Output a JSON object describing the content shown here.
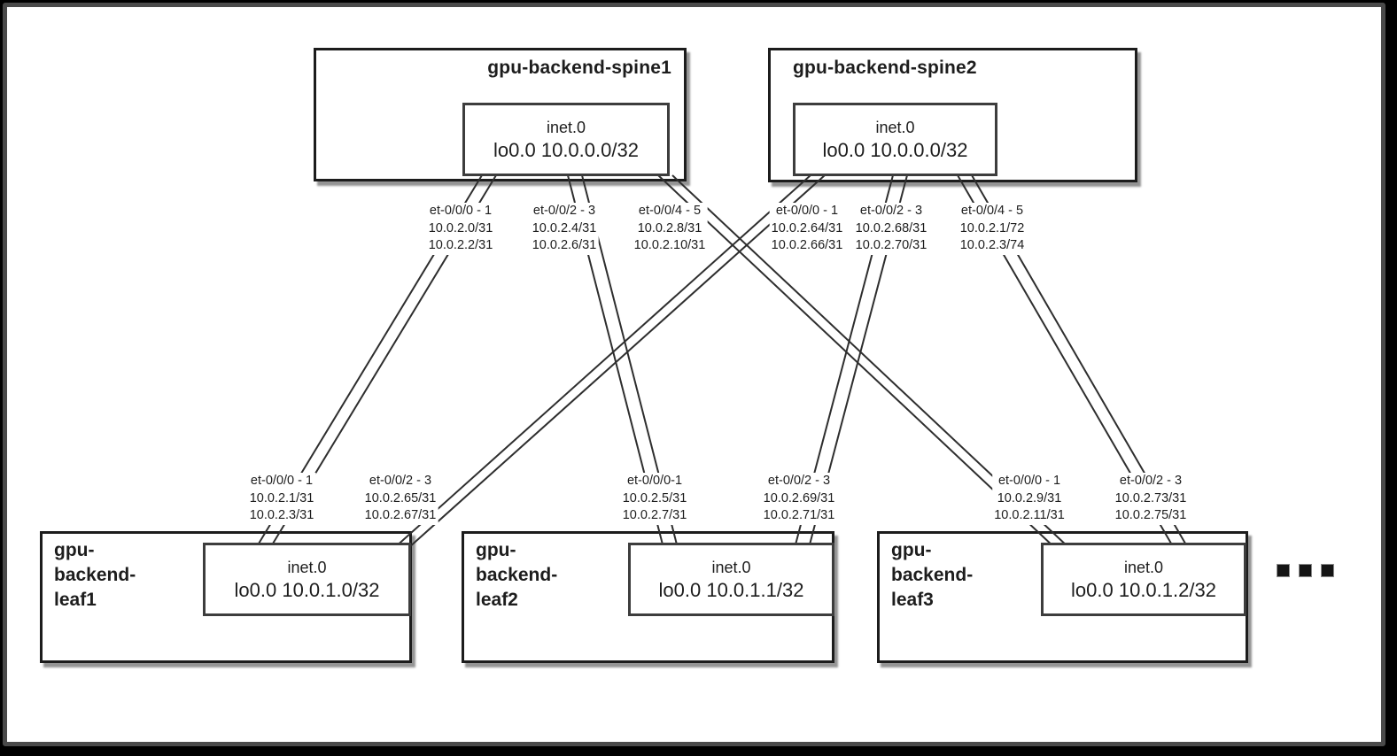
{
  "figure": {
    "type": "network-topology-diagram",
    "more_leaves_icon": "ellipsis-squares",
    "ink_color": "#1c1c1c",
    "inner_border_color": "#3d3d3d"
  },
  "spines": [
    {
      "title": "gpu-backend-spine1",
      "route_table": {
        "name": "inet.0",
        "loopback": "lo0.0 10.0.0.0/32"
      },
      "ports": [
        {
          "name": "et-0/0/0 - 1",
          "ip1": "10.0.2.0/31",
          "ip2": "10.0.2.2/31"
        },
        {
          "name": "et-0/0/2 - 3",
          "ip1": "10.0.2.4/31",
          "ip2": "10.0.2.6/31"
        },
        {
          "name": "et-0/0/4 - 5",
          "ip1": "10.0.2.8/31",
          "ip2": "10.0.2.10/31"
        }
      ]
    },
    {
      "title": "gpu-backend-spine2",
      "route_table": {
        "name": "inet.0",
        "loopback": "lo0.0 10.0.0.0/32"
      },
      "ports": [
        {
          "name": "et-0/0/0 - 1",
          "ip1": "10.0.2.64/31",
          "ip2": "10.0.2.66/31"
        },
        {
          "name": "et-0/0/2 - 3",
          "ip1": "10.0.2.68/31",
          "ip2": "10.0.2.70/31"
        },
        {
          "name": "et-0/0/4 - 5",
          "ip1": "10.0.2.1/72",
          "ip2": "10.0.2.3/74"
        }
      ]
    }
  ],
  "leaves": [
    {
      "title_lines": [
        "gpu-",
        "backend-",
        "leaf1"
      ],
      "route_table": {
        "name": "inet.0",
        "loopback": "lo0.0 10.0.1.0/32"
      },
      "ports": [
        {
          "name": "et-0/0/0 - 1",
          "ip1": "10.0.2.1/31",
          "ip2": "10.0.2.3/31"
        },
        {
          "name": "et-0/0/2 - 3",
          "ip1": "10.0.2.65/31",
          "ip2": "10.0.2.67/31"
        }
      ]
    },
    {
      "title_lines": [
        "gpu-",
        "backend-",
        "leaf2"
      ],
      "route_table": {
        "name": "inet.0",
        "loopback": "lo0.0 10.0.1.1/32"
      },
      "ports": [
        {
          "name": "et-0/0/0-1",
          "ip1": "10.0.2.5/31",
          "ip2": "10.0.2.7/31"
        },
        {
          "name": "et-0/0/2 - 3",
          "ip1": "10.0.2.69/31",
          "ip2": "10.0.2.71/31"
        }
      ]
    },
    {
      "title_lines": [
        "gpu-",
        "backend-",
        "leaf3"
      ],
      "route_table": {
        "name": "inet.0",
        "loopback": "lo0.0 10.0.1.2/32"
      },
      "ports": [
        {
          "name": "et-0/0/0 - 1",
          "ip1": "10.0.2.9/31",
          "ip2": "10.0.2.11/31"
        },
        {
          "name": "et-0/0/2 - 3",
          "ip1": "10.0.2.73/31",
          "ip2": "10.0.2.75/31"
        }
      ]
    }
  ],
  "links": [
    {
      "from": "gpu-backend-spine1 et-0/0/0-1",
      "to": "gpu-backend-leaf1 et-0/0/0-1",
      "link_count": 2
    },
    {
      "from": "gpu-backend-spine1 et-0/0/2-3",
      "to": "gpu-backend-leaf2 et-0/0/0-1",
      "link_count": 2
    },
    {
      "from": "gpu-backend-spine1 et-0/0/4-5",
      "to": "gpu-backend-leaf3 et-0/0/0-1",
      "link_count": 2
    },
    {
      "from": "gpu-backend-spine2 et-0/0/0-1",
      "to": "gpu-backend-leaf1 et-0/0/2-3",
      "link_count": 2
    },
    {
      "from": "gpu-backend-spine2 et-0/0/2-3",
      "to": "gpu-backend-leaf2 et-0/0/2-3",
      "link_count": 2
    },
    {
      "from": "gpu-backend-spine2 et-0/0/4-5",
      "to": "gpu-backend-leaf3 et-0/0/2-3",
      "link_count": 2
    }
  ]
}
